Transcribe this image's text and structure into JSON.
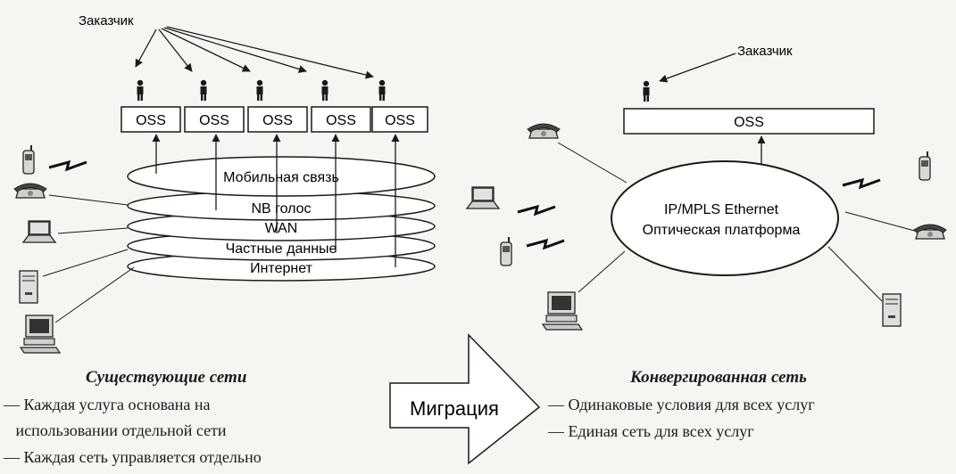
{
  "left": {
    "customer_label": "Заказчик",
    "oss_labels": [
      "OSS",
      "OSS",
      "OSS",
      "OSS",
      "OSS"
    ],
    "layers": [
      "Мобильная связь",
      "NB  голос",
      "WAN",
      "Частные данные",
      "Интернет"
    ],
    "caption": "Существующие сети",
    "bullets": [
      "— Каждая услуга основана на",
      "   использовании отдельной сети",
      "— Каждая сеть управляется отдельно"
    ]
  },
  "migration": {
    "label": "Миграция"
  },
  "right": {
    "customer_label": "Заказчик",
    "oss_label": "OSS",
    "core_line1": "IP/MPLS  Ethernet",
    "core_line2": "Оптическая платформа",
    "caption": "Конвергированная сеть",
    "bullets": [
      "— Одинаковые условия для всех услуг",
      "— Единая сеть для всех услуг"
    ]
  },
  "icons": {
    "person": "person-icon",
    "phone": "desk-phone-icon",
    "mobile": "mobile-phone-icon",
    "laptop": "laptop-icon",
    "server": "server-icon",
    "pc": "desktop-pc-icon",
    "wireless": "wireless-link-icon"
  }
}
